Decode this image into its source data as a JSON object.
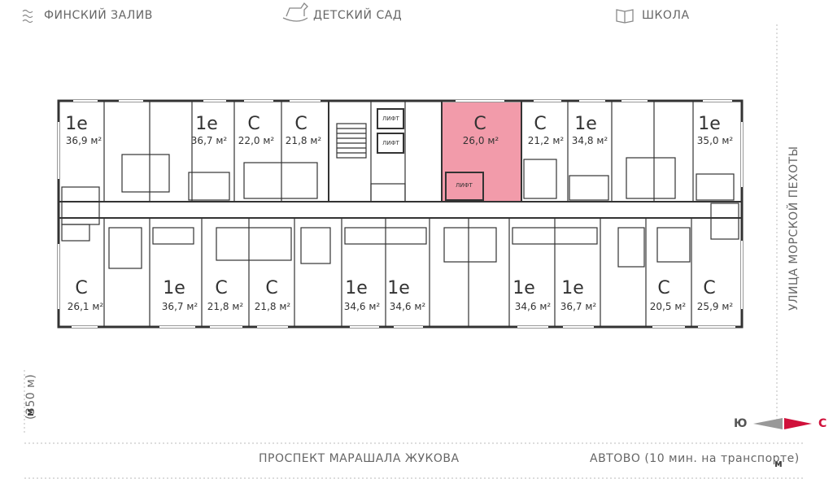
{
  "landmarks": {
    "top_left": "ФИНСКИЙ ЗАЛИВ",
    "top_center": "ДЕТСКИЙ САД",
    "top_right": "ШКОЛА",
    "right_street": "УЛИЦА МОРСКОЙ ПЕХОТЫ",
    "left_metro": "(350 м)",
    "bottom_street": "ПРОСПЕКТ МАРАШАЛА ЖУКОВА",
    "bottom_metro": "АВТОВО (10 мин. на транспорте)"
  },
  "compass": {
    "south": "Ю",
    "north": "С",
    "north_color": "#d0103a"
  },
  "lift_label": "ЛИФТ",
  "highlight_color": "#f08a9b",
  "apartments": [
    {
      "type": "1е",
      "area": "36,9 м²"
    },
    {
      "type": "1е",
      "area": "36,7 м²"
    },
    {
      "type": "С",
      "area": "22,0 м²"
    },
    {
      "type": "С",
      "area": "21,8 м²"
    },
    {
      "type": "С",
      "area": "26,0 м²",
      "selected": true
    },
    {
      "type": "С",
      "area": "21,2 м²"
    },
    {
      "type": "1е",
      "area": "34,8 м²"
    },
    {
      "type": "1е",
      "area": "35,0 м²"
    },
    {
      "type": "С",
      "area": "26,1 м²"
    },
    {
      "type": "1е",
      "area": "36,7 м²"
    },
    {
      "type": "С",
      "area": "21,8 м²"
    },
    {
      "type": "С",
      "area": "21,8 м²"
    },
    {
      "type": "1е",
      "area": "34,6 м²"
    },
    {
      "type": "1е",
      "area": "34,6 м²"
    },
    {
      "type": "1е",
      "area": "34,6 м²"
    },
    {
      "type": "1е",
      "area": "36,7 м²"
    },
    {
      "type": "С",
      "area": "20,5 м²"
    },
    {
      "type": "С",
      "area": "25,9 м²"
    }
  ]
}
